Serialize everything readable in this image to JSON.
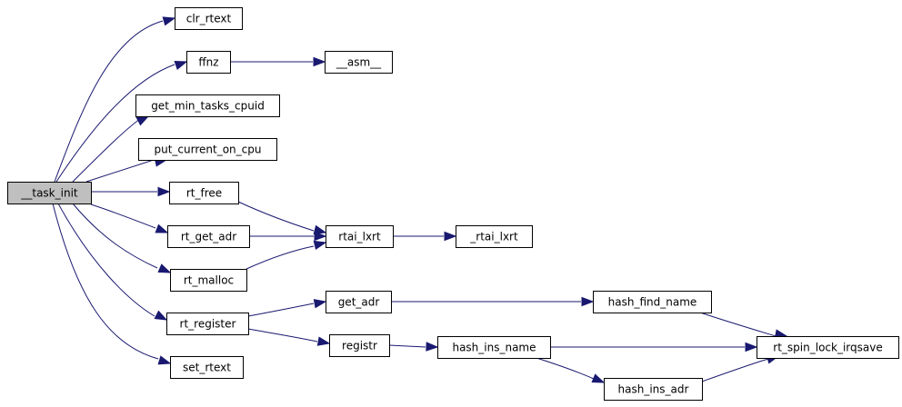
{
  "diagram": {
    "root": "__task_init",
    "nodes": [
      {
        "id": "task_init",
        "label": "__task_init",
        "root": true
      },
      {
        "id": "clr_rtext",
        "label": "clr_rtext"
      },
      {
        "id": "ffnz",
        "label": "ffnz"
      },
      {
        "id": "asm",
        "label": "__asm__"
      },
      {
        "id": "get_min_tasks_cpuid",
        "label": "get_min_tasks_cpuid"
      },
      {
        "id": "put_current_on_cpu",
        "label": "put_current_on_cpu"
      },
      {
        "id": "rt_free",
        "label": "rt_free"
      },
      {
        "id": "rt_get_adr",
        "label": "rt_get_adr"
      },
      {
        "id": "rt_malloc",
        "label": "rt_malloc"
      },
      {
        "id": "rt_register",
        "label": "rt_register"
      },
      {
        "id": "set_rtext",
        "label": "set_rtext"
      },
      {
        "id": "rtai_lxrt",
        "label": "rtai_lxrt"
      },
      {
        "id": "_rtai_lxrt",
        "label": "_rtai_lxrt"
      },
      {
        "id": "get_adr",
        "label": "get_adr"
      },
      {
        "id": "registr",
        "label": "registr"
      },
      {
        "id": "hash_find_name",
        "label": "hash_find_name"
      },
      {
        "id": "hash_ins_name",
        "label": "hash_ins_name"
      },
      {
        "id": "hash_ins_adr",
        "label": "hash_ins_adr"
      },
      {
        "id": "rt_spin_lock_irqsave",
        "label": "rt_spin_lock_irqsave"
      }
    ],
    "edges": [
      {
        "from": "task_init",
        "to": "clr_rtext"
      },
      {
        "from": "task_init",
        "to": "ffnz"
      },
      {
        "from": "task_init",
        "to": "get_min_tasks_cpuid"
      },
      {
        "from": "task_init",
        "to": "put_current_on_cpu"
      },
      {
        "from": "task_init",
        "to": "rt_free"
      },
      {
        "from": "task_init",
        "to": "rt_get_adr"
      },
      {
        "from": "task_init",
        "to": "rt_malloc"
      },
      {
        "from": "task_init",
        "to": "rt_register"
      },
      {
        "from": "task_init",
        "to": "set_rtext"
      },
      {
        "from": "ffnz",
        "to": "asm"
      },
      {
        "from": "rt_free",
        "to": "rtai_lxrt"
      },
      {
        "from": "rt_get_adr",
        "to": "rtai_lxrt"
      },
      {
        "from": "rt_malloc",
        "to": "rtai_lxrt"
      },
      {
        "from": "rtai_lxrt",
        "to": "_rtai_lxrt"
      },
      {
        "from": "rt_register",
        "to": "get_adr"
      },
      {
        "from": "rt_register",
        "to": "registr"
      },
      {
        "from": "get_adr",
        "to": "hash_find_name"
      },
      {
        "from": "registr",
        "to": "hash_ins_name"
      },
      {
        "from": "hash_find_name",
        "to": "rt_spin_lock_irqsave"
      },
      {
        "from": "hash_ins_name",
        "to": "rt_spin_lock_irqsave"
      },
      {
        "from": "hash_ins_name",
        "to": "hash_ins_adr"
      },
      {
        "from": "hash_ins_adr",
        "to": "rt_spin_lock_irqsave"
      }
    ],
    "colors": {
      "edge": "#191970",
      "root_fill": "#bfbfbf",
      "node_fill": "#ffffff",
      "node_border": "#000000"
    }
  }
}
